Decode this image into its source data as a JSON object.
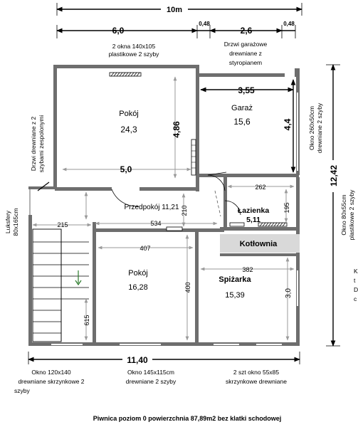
{
  "dimensions": {
    "total_top": "10m",
    "seg_left": "6,0",
    "seg_wall1": "0,48",
    "seg_mid": "2,6",
    "seg_wall2": "0,48",
    "garage_width": "3,55",
    "garage_depth": "4,4",
    "room1_height": "4,86",
    "room1_width": "5,0",
    "bath_width": "262",
    "bath_height": "195",
    "stair_width": "215",
    "hall_width": "534",
    "hall_height": "210",
    "room2_width": "407",
    "room2_height": "400",
    "pantry_width": "382",
    "pantry_height": "3,0",
    "stair_615": "615",
    "total_bottom": "11,40",
    "total_right": "12,42"
  },
  "rooms": {
    "room1_name": "Pokój",
    "room1_area": "24,3",
    "garage_name": "Garaż",
    "garage_area": "15,6",
    "hall_label": "Przedpokój 11,21",
    "bath_name": "Łazienka",
    "bath_area": "5,11",
    "boiler_name": "Kotłownia",
    "room2_name": "Pokój",
    "room2_area": "16,28",
    "pantry_name": "Spiżarka",
    "pantry_area": "15,39"
  },
  "notes": {
    "top_windows_l1": "2 okna 140x105",
    "top_windows_l2": "plastikowe 2 szyby",
    "garage_door_l1": "Drzwi garażowe",
    "garage_door_l2": "drewniane z",
    "garage_door_l3": "styropianem",
    "door_left_l1": "Drzwi drewniane z 2",
    "door_left_l2": "szybami zespolonymi",
    "luxfer_l1": "Luksfery",
    "luxfer_l2": "80x165cm",
    "win_right1_l1": "Okno 260x50cm",
    "win_right1_l2": "drewniane 2 szyby",
    "win_right2_l1": "Okno 80x55cm",
    "win_right2_l2": "plastikowe 2 szyby",
    "bottom1_l1": "Okno 120x140",
    "bottom1_l2": "drewniane skrzynkowe 2",
    "bottom1_l3": "szyby",
    "bottom2_l1": "Okno 145x115cm",
    "bottom2_l2": "drewniane 2 szyby",
    "bottom3_l1": "2 szt okno 55x85",
    "bottom3_l2": "skrzynkowe drewniane",
    "edge_l1": "K",
    "edge_l2": "t",
    "edge_l3": "D",
    "edge_l4": "c"
  },
  "footer": {
    "caption": "Piwnica poziom 0 powierzchnia 87,89m2 bez klatki schodowej"
  }
}
